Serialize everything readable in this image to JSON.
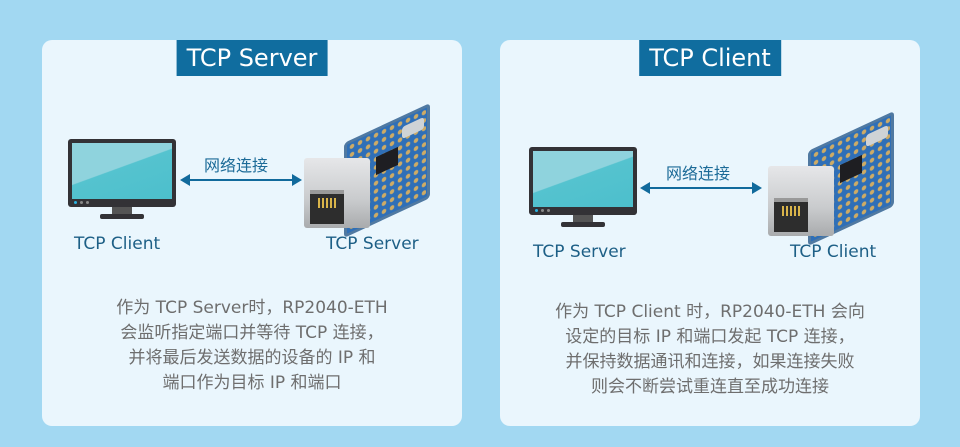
{
  "colors": {
    "background": "#a2d8f2",
    "card": "#eaf6fd",
    "title_badge": "#106d9f",
    "arrow": "#116a9c",
    "node_label": "#1d5f86",
    "description": "#6e6e6e"
  },
  "panels": [
    {
      "title": "TCP Server",
      "arrow_label": "网络连接",
      "monitor_label": "TCP Client",
      "board_label": "TCP Server",
      "icons": [
        "monitor-icon",
        "double-arrow-icon",
        "rp2040-eth-board-icon"
      ],
      "description": [
        "作为 TCP Server时，RP2040-ETH",
        "会监听指定端口并等待 TCP 连接，",
        "并将最后发送数据的设备的 IP 和",
        "端口作为目标 IP 和端口"
      ]
    },
    {
      "title": "TCP Client",
      "arrow_label": "网络连接",
      "monitor_label": "TCP Server",
      "board_label": "TCP Client",
      "icons": [
        "monitor-icon",
        "double-arrow-icon",
        "rp2040-eth-board-icon"
      ],
      "description": [
        "作为 TCP Client 时，RP2040-ETH 会向",
        "设定的目标 IP 和端口发起 TCP 连接，",
        "并保持数据通讯和连接，如果连接失败",
        "则会不断尝试重连直至成功连接"
      ]
    }
  ]
}
